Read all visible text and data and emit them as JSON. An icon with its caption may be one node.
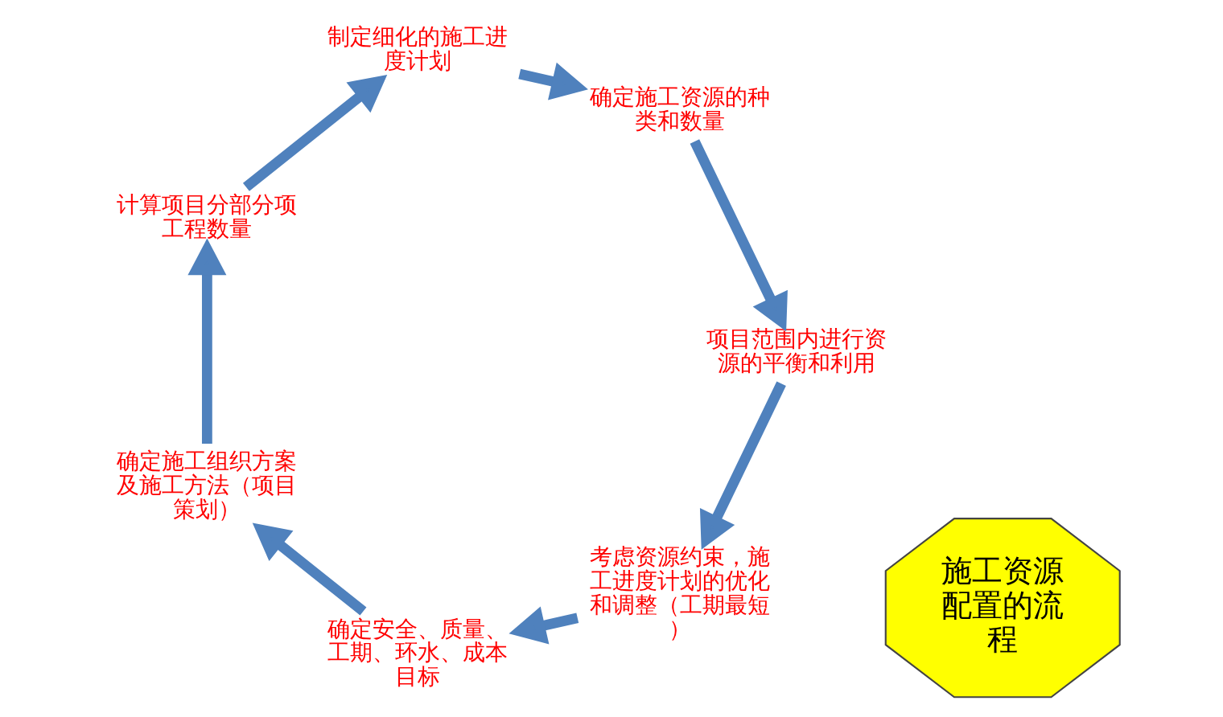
{
  "diagram": {
    "nodes": [
      {
        "text": [
          "施工资源配置的流程"
        ]
      },
      {
        "text": [
          "考虑资源约束，施工进度计划的优化和调整（工期最短）"
        ]
      },
      {
        "text": [
          "确定安全、质量、工期、环水、成本目标"
        ]
      },
      {
        "text": [
          "确定施工组织方案及施工方法（项目策划）"
        ]
      },
      {
        "text": [
          "计算项目分部分项工程数量"
        ]
      },
      {
        "text": [
          "制定细化的施工进度计划"
        ]
      },
      {
        "text": [
          "确定施工资源的种类和数量"
        ]
      },
      {
        "text": [
          "项目范围内进行资源的平衡和利用"
        ]
      }
    ],
    "edges": [
      {
        "from": 1,
        "to": 2,
        "arrow": "to"
      },
      {
        "from": 2,
        "to": 3,
        "arrow": "to"
      },
      {
        "from": 3,
        "to": 4,
        "arrow": "to"
      },
      {
        "from": 4,
        "to": 5,
        "arrow": "to"
      },
      {
        "from": 5,
        "to": 6,
        "arrow": "to"
      },
      {
        "from": 6,
        "to": 7,
        "arrow": "to"
      },
      {
        "from": 7,
        "to": 1,
        "arrow": "to"
      }
    ]
  }
}
